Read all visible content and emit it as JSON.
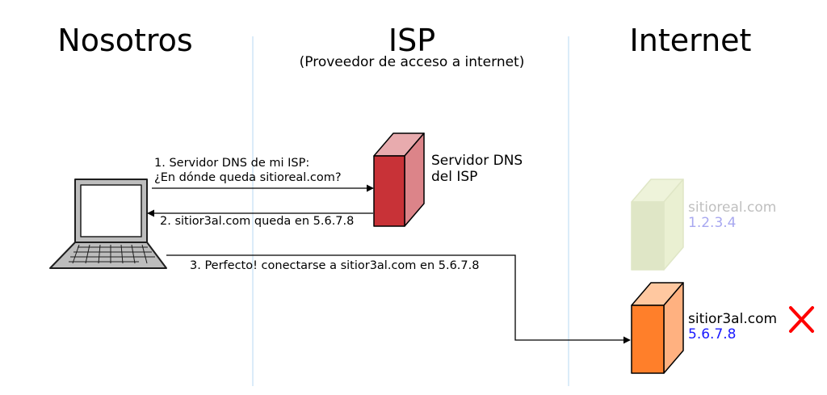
{
  "columns": {
    "left": "Nosotros",
    "middle": "ISP",
    "middle_subtitle": "(Proveedor de acceso a internet)",
    "right": "Internet"
  },
  "isp_server": {
    "label_line1": "Servidor DNS",
    "label_line2": "del ISP"
  },
  "messages": {
    "m1_line1": "1. Servidor DNS de mi ISP:",
    "m1_line2": "¿En dónde queda sitioreal.com?",
    "m2": "2. sitior3al.com queda en 5.6.7.8",
    "m3": "3. Perfecto! conectarse a sitior3al.com en 5.6.7.8"
  },
  "real_site": {
    "name": "sitioreal.com",
    "ip": "1.2.3.4",
    "name_color": "#bfbfbf",
    "ip_color": "#a8a8f0"
  },
  "fake_site": {
    "name": "sitior3al.com",
    "ip": "5.6.7.8",
    "name_color": "#000000",
    "ip_color": "#1a1aff"
  },
  "colors": {
    "divider": "#cfe6f7",
    "isp_server_front": "#c83237",
    "isp_server_side": "#dc8489",
    "isp_server_top": "#e8abae",
    "real_server_front": "#dfe6c6",
    "real_server_side": "#eaf0d2",
    "fake_server_front": "#ff7f2a",
    "fake_server_side": "#ffb180",
    "cross": "#ff0000"
  },
  "icons": {
    "laptop": "laptop-icon",
    "cross": "red-x-icon"
  }
}
